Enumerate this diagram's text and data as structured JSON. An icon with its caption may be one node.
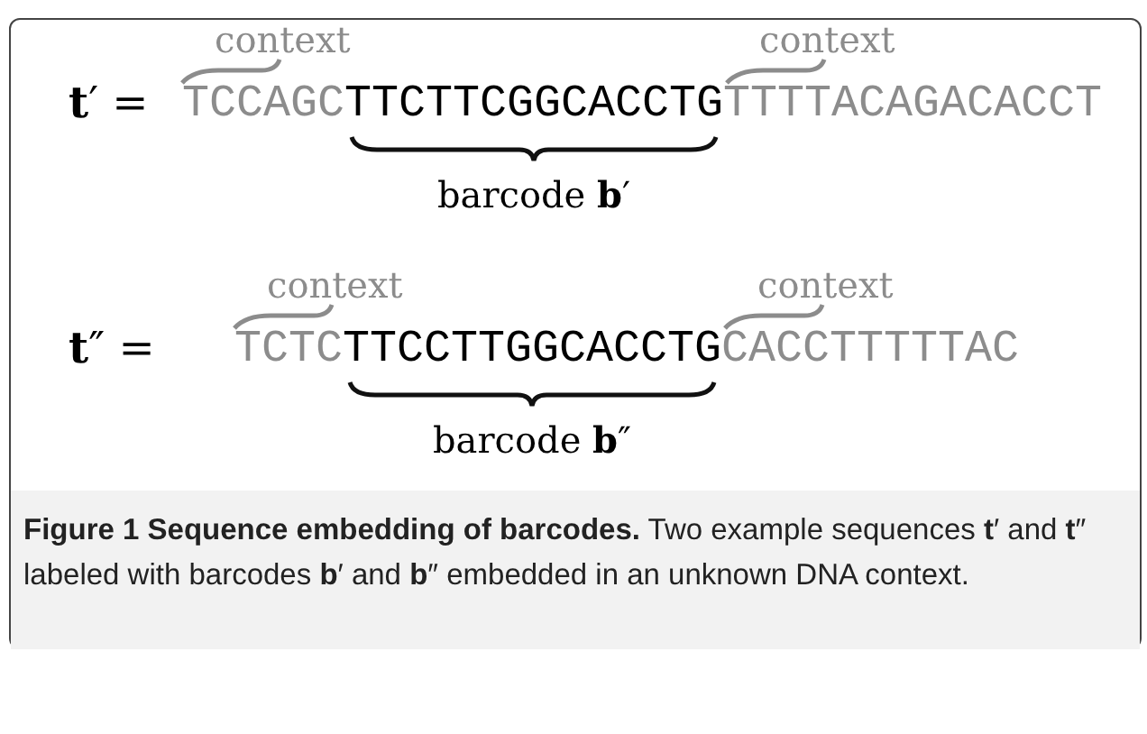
{
  "diagram": {
    "caption": "**Figure 1 Sequence embedding of barcodes.** Two example sequences **t**′ and **t**″ labeled with barcodes **b**′ and **b**″ embedded in an unknown DNA context.",
    "labels": [
      "context",
      "context",
      "**t**′ =",
      "TCCAGC",
      "TTCTTCGGCACCTG",
      "TTTTACAGACACCT",
      "barcode **b**′",
      "context",
      "context",
      "**t**″ =",
      "TCTC",
      "TTCCTTGGCACCTG",
      "CACCTTTTTAC",
      "barcode **b**″"
    ]
  }
}
